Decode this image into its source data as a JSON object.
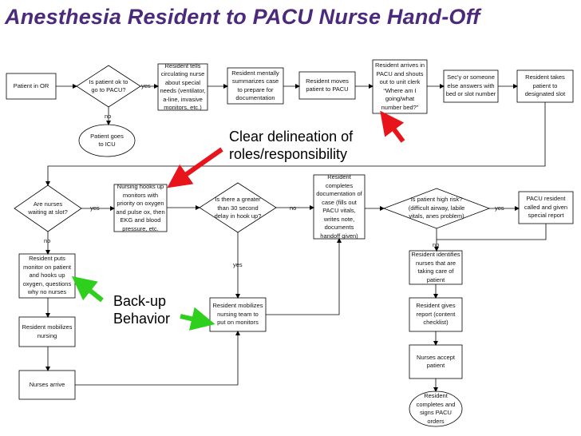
{
  "title": "Anesthesia Resident to PACU Nurse Hand-Off",
  "colors": {
    "title": "#4b2a7b",
    "red_arrow": "#e8141b",
    "green_arrow": "#2fd01d"
  },
  "nodes": {
    "patient_in_or": "Patient in OR",
    "patient_ok": "Is patient ok to\ngo to PACU?",
    "resident_tells": "Resident tells\ncirculating nurse\nabout special\nneeds (ventilator,\na-line, invasive\nmonitors, etc.)",
    "mentally_summarizes": "Resident mentally\nsummarizes case\nto prepare for\ndocumentation",
    "resident_moves": "Resident moves\npatient to PACU",
    "arrives_pacu": "Resident arrives in\nPACU and shouts\nout to unit clerk\n“Where am I\ngoing/what\nnumber bed?”",
    "secy_answers": "Sec'y or someone\nelse answers with\nbed or slot number",
    "takes_patient": "Resident takes\npatient to\ndesignated slot",
    "goes_icu": "Patient goes\nto ICU",
    "nurses_waiting": "Are nurses\nwaiting at slot?",
    "nursing_hooks": "Nursing hooks up\nmonitors with\npriority on oxygen\nand pulse ox, then\nEKG and blood\npressure, etc.",
    "delay_hookup": "Is there a greater\nthan 30 second\ndelay in hook up?",
    "completes_doc": "Resident\ncompletes\ndocumentation of\ncase (fills out\nPACU vitals,\nwrites note,\ndocuments\nhandoff given)",
    "high_risk": "Is patient high risk?\n(difficult airway, labile\nvitals, anes problem)",
    "pacu_resident_called": "PACU resident\ncalled and given\nspecial report",
    "resident_puts_monitor": "Resident puts\nmonitor on patient\nand hooks up\noxygen, questions\nwhy no nurses",
    "mobilizes_nursing": "Resident mobilizes\nnursing",
    "nurses_arrive": "Nurses arrive",
    "mobilizes_team": "Resident mobilizes\nnursing team to\nput on monitors",
    "identifies_nurses": "Resident identifies\nnurses that are\ntaking care of\npatient",
    "gives_report": "Resident gives\nreport (content\nchecklist)",
    "nurses_accept": "Nurses accept\npatient",
    "signs_orders": "Resident\ncompletes and\nsigns PACU\norders"
  },
  "edge_labels": {
    "yes": "yes",
    "no": "no"
  },
  "annotations": {
    "clear_delineation": "Clear delineation of\nroles/responsibility",
    "backup": "Back-up\nBehavior"
  }
}
